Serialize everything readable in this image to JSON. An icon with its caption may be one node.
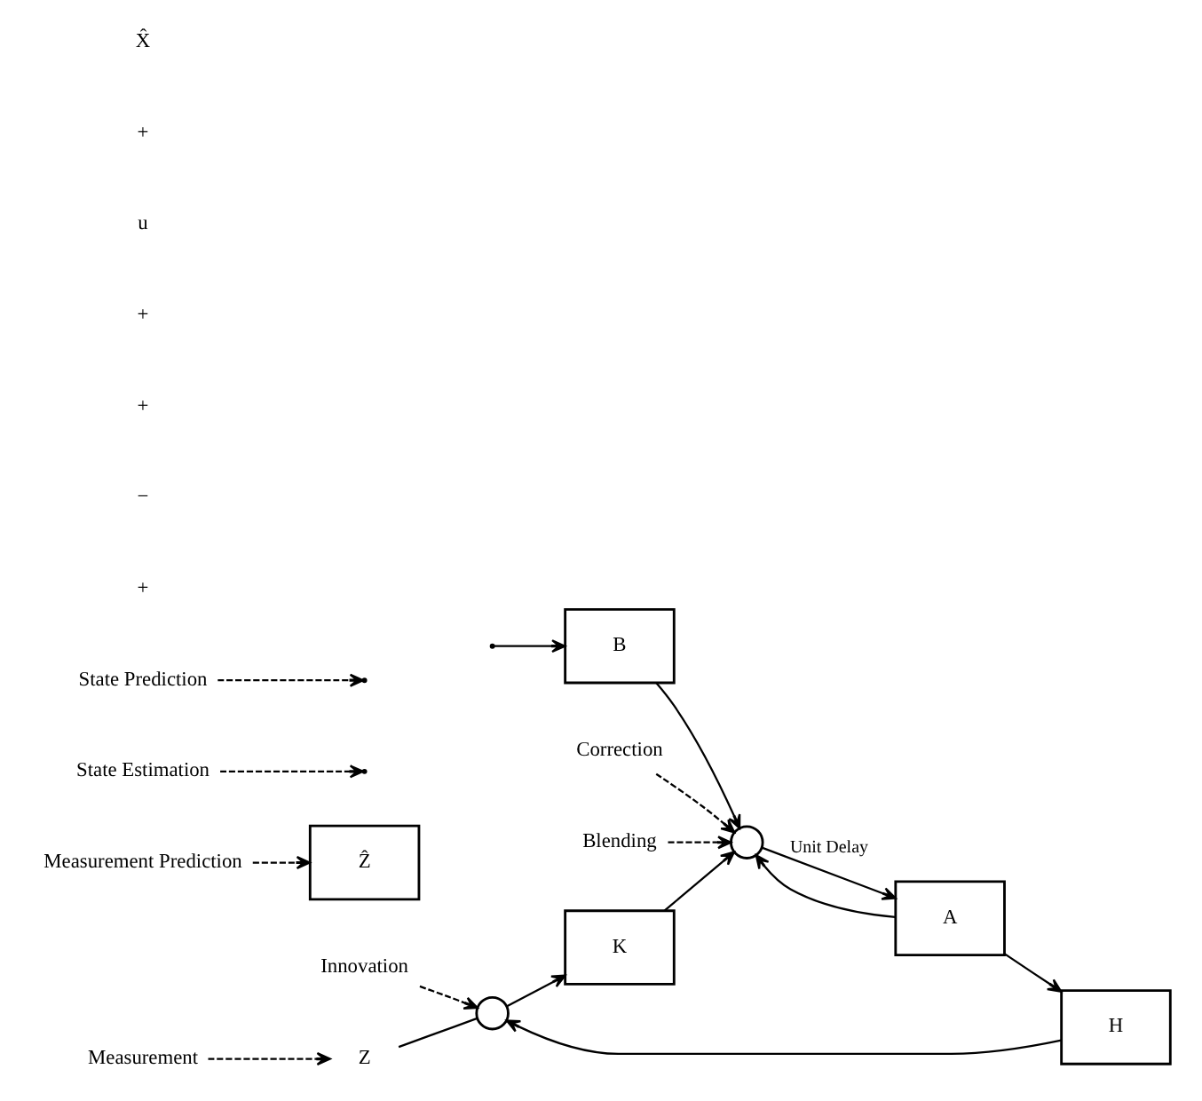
{
  "diagram": {
    "nodes": [
      {
        "text": [
          "Z"
        ]
      },
      {
        "text": [
          "Ẑ"
        ]
      },
      {
        "text": [],
        "shape": "circle"
      },
      {
        "text": [
          "K"
        ]
      },
      {
        "text": [
          "B"
        ]
      },
      {
        "text": [],
        "shape": "circle"
      },
      {
        "text": [
          "A"
        ]
      },
      {
        "text": [
          "H"
        ]
      },
      {
        "text": [
          "Measurement"
        ]
      },
      {
        "text": [
          "Measurement Prediction"
        ]
      },
      {
        "text": [
          "Innovation"
        ]
      },
      {
        "text": [
          "Correction"
        ]
      },
      {
        "text": [
          "Blending"
        ]
      },
      {
        "text": [
          "State Estimation"
        ]
      },
      {
        "text": [
          "State Prediction"
        ]
      }
    ],
    "edges": [
      {
        "from": 0,
        "to": 2,
        "arrow": "none"
      },
      {
        "from": 7,
        "to": 2,
        "arrow": "to"
      },
      {
        "from": 2,
        "to": 3,
        "arrow": "to"
      },
      {
        "from": 3,
        "to": 5,
        "arrow": "to"
      },
      {
        "from": null,
        "to": 4,
        "arrow": "to"
      },
      {
        "from": 4,
        "to": 5,
        "arrow": "to"
      },
      {
        "from": 5,
        "to": 6,
        "arrow": "to",
        "label": "Unit Delay"
      },
      {
        "from": 6,
        "to": 7,
        "arrow": "to"
      },
      {
        "from": 6,
        "to": 5,
        "arrow": "to"
      },
      {
        "from": 8,
        "to": 0,
        "arrow": "to",
        "style": "dashed"
      },
      {
        "from": 9,
        "to": 1,
        "arrow": "to",
        "style": "dashed"
      },
      {
        "from": 10,
        "to": 2,
        "arrow": "to",
        "style": "dashed"
      },
      {
        "from": 11,
        "to": 5,
        "arrow": "to",
        "style": "dashed"
      },
      {
        "from": 12,
        "to": 5,
        "arrow": "to",
        "style": "dashed"
      },
      {
        "from": 13,
        "to": null,
        "arrow": "to",
        "style": "dashed"
      },
      {
        "from": 14,
        "to": null,
        "arrow": "to",
        "style": "dashed"
      }
    ],
    "labels": [
      "+",
      "−",
      "+",
      "+",
      "u",
      "+",
      "X̂"
    ]
  }
}
